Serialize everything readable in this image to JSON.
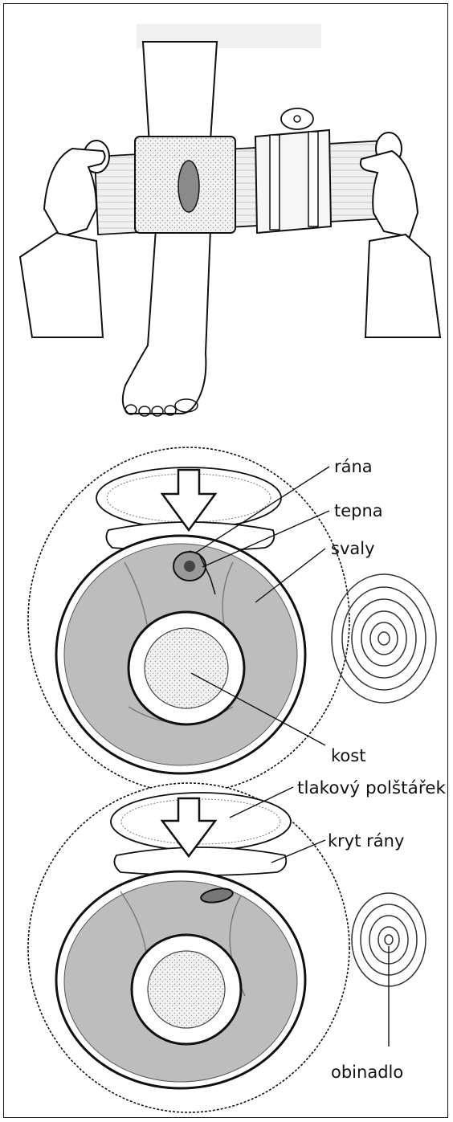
{
  "labels": {
    "wound": "rána",
    "artery": "tepna",
    "muscles": "svaly",
    "bone": "kost",
    "pressure_pad": "tlakový polštářek",
    "wound_cover": "kryt rány",
    "bandage": "obinadlo"
  },
  "colors": {
    "ink": "#111111",
    "muscle": "#bdbdbd",
    "pale": "#dddddd",
    "bone": "#f4f4f4",
    "paper": "#ffffff"
  }
}
